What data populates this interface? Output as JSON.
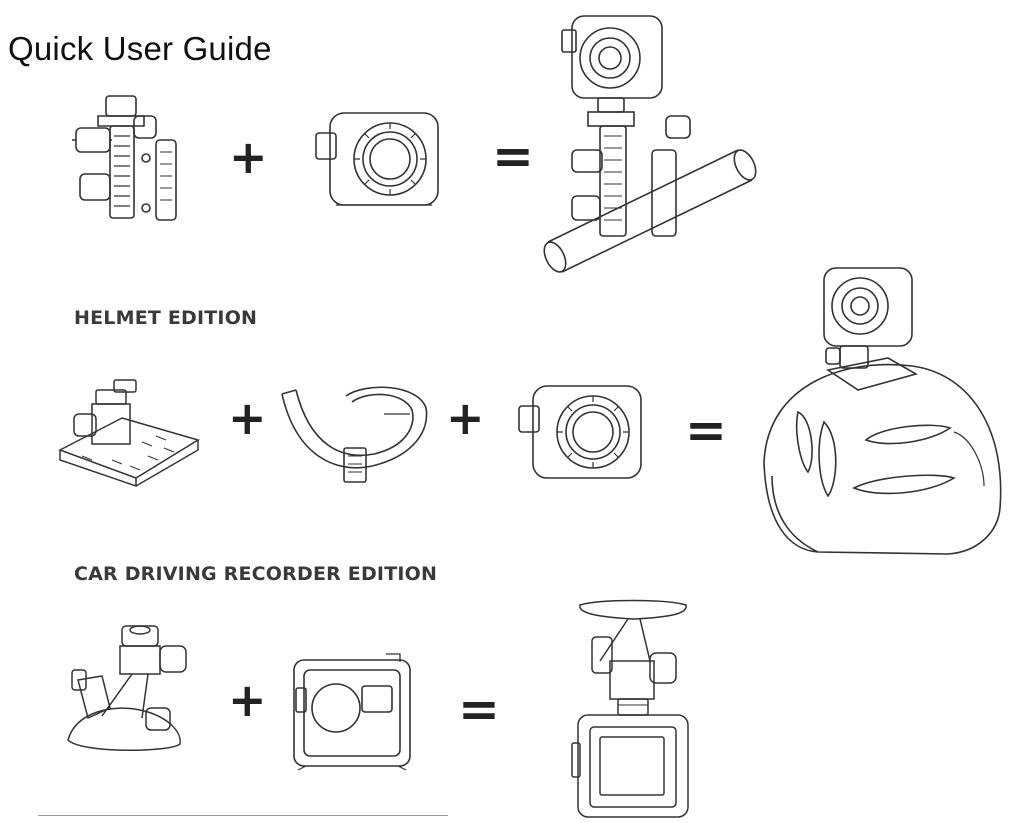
{
  "title": "Quick User Guide",
  "sections": {
    "helmet": {
      "heading": "HELMET EDITION"
    },
    "car": {
      "heading": "CAR DRIVING RECORDER EDITION"
    }
  },
  "symbols": {
    "plus": "+",
    "equals": "="
  },
  "icons": {
    "row1": [
      "handlebar-clamp-mount-icon",
      "camera-housing-icon",
      "camera-on-handlebar-icon"
    ],
    "row2": [
      "helmet-base-mount-icon",
      "strap-icon",
      "camera-housing-icon",
      "camera-on-helmet-icon"
    ],
    "row3": [
      "suction-cup-mount-icon",
      "camera-frame-icon",
      "camera-on-suction-mount-icon"
    ]
  }
}
